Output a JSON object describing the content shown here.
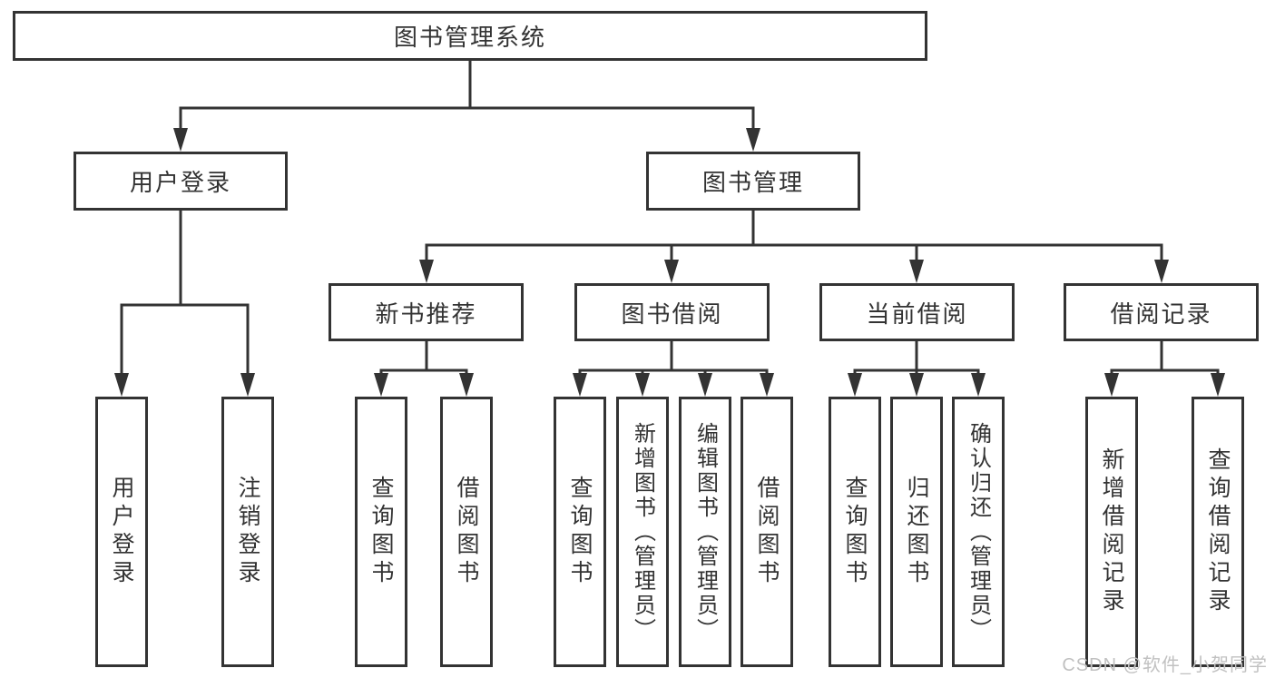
{
  "diagram": {
    "tree": {
      "label": "图书管理系统",
      "children": [
        {
          "label": "用户登录",
          "children": [
            {
              "label": "用户登录"
            },
            {
              "label": "注销登录"
            }
          ]
        },
        {
          "label": "图书管理",
          "children": [
            {
              "label": "新书推荐",
              "children": [
                {
                  "label": "查询图书"
                },
                {
                  "label": "借阅图书"
                }
              ]
            },
            {
              "label": "图书借阅",
              "children": [
                {
                  "label": "查询图书"
                },
                {
                  "label": "新增图书（管理员）"
                },
                {
                  "label": "编辑图书（管理员）"
                },
                {
                  "label": "借阅图书"
                }
              ]
            },
            {
              "label": "当前借阅",
              "children": [
                {
                  "label": "查询图书"
                },
                {
                  "label": "归还图书"
                },
                {
                  "label": "确认归还（管理员）"
                }
              ]
            },
            {
              "label": "借阅记录",
              "children": [
                {
                  "label": "新增借阅记录"
                },
                {
                  "label": "查询借阅记录"
                }
              ]
            }
          ]
        }
      ]
    },
    "line_color": "#333333",
    "box_fill": "#ffffff",
    "text_color": "#333333"
  },
  "watermark": {
    "text": "CSDN @软件_小贺同学",
    "color": "#c1c1c1"
  }
}
